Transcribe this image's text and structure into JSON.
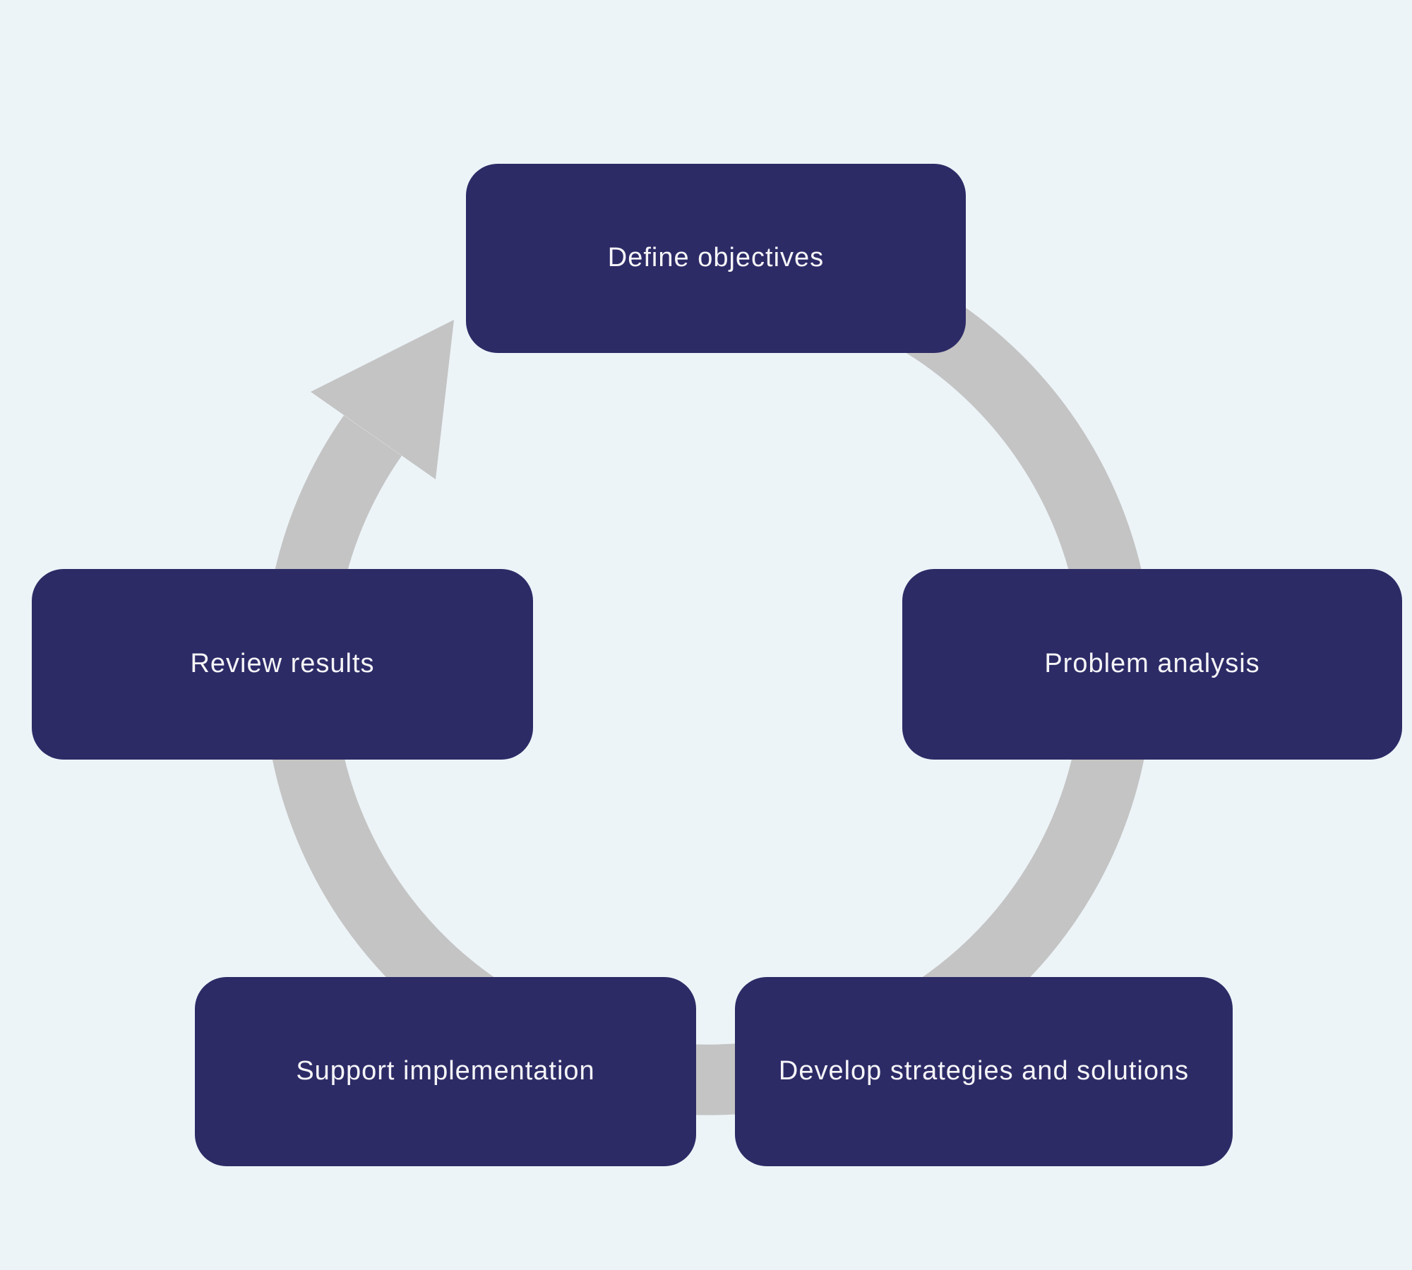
{
  "diagram": {
    "type": "cycle",
    "direction": "clockwise",
    "nodes": [
      {
        "id": "define-objectives",
        "label": "Define objectives"
      },
      {
        "id": "problem-analysis",
        "label": "Problem analysis"
      },
      {
        "id": "develop-strategies",
        "label": "Develop strategies and solutions"
      },
      {
        "id": "support-implementation",
        "label": "Support implementation"
      },
      {
        "id": "review-results",
        "label": "Review results"
      }
    ]
  },
  "colors": {
    "background": "#edf4f8",
    "node-bg": "#2d2b66",
    "node-text": "#f5f5f8",
    "ring": "#c4c4c4"
  }
}
